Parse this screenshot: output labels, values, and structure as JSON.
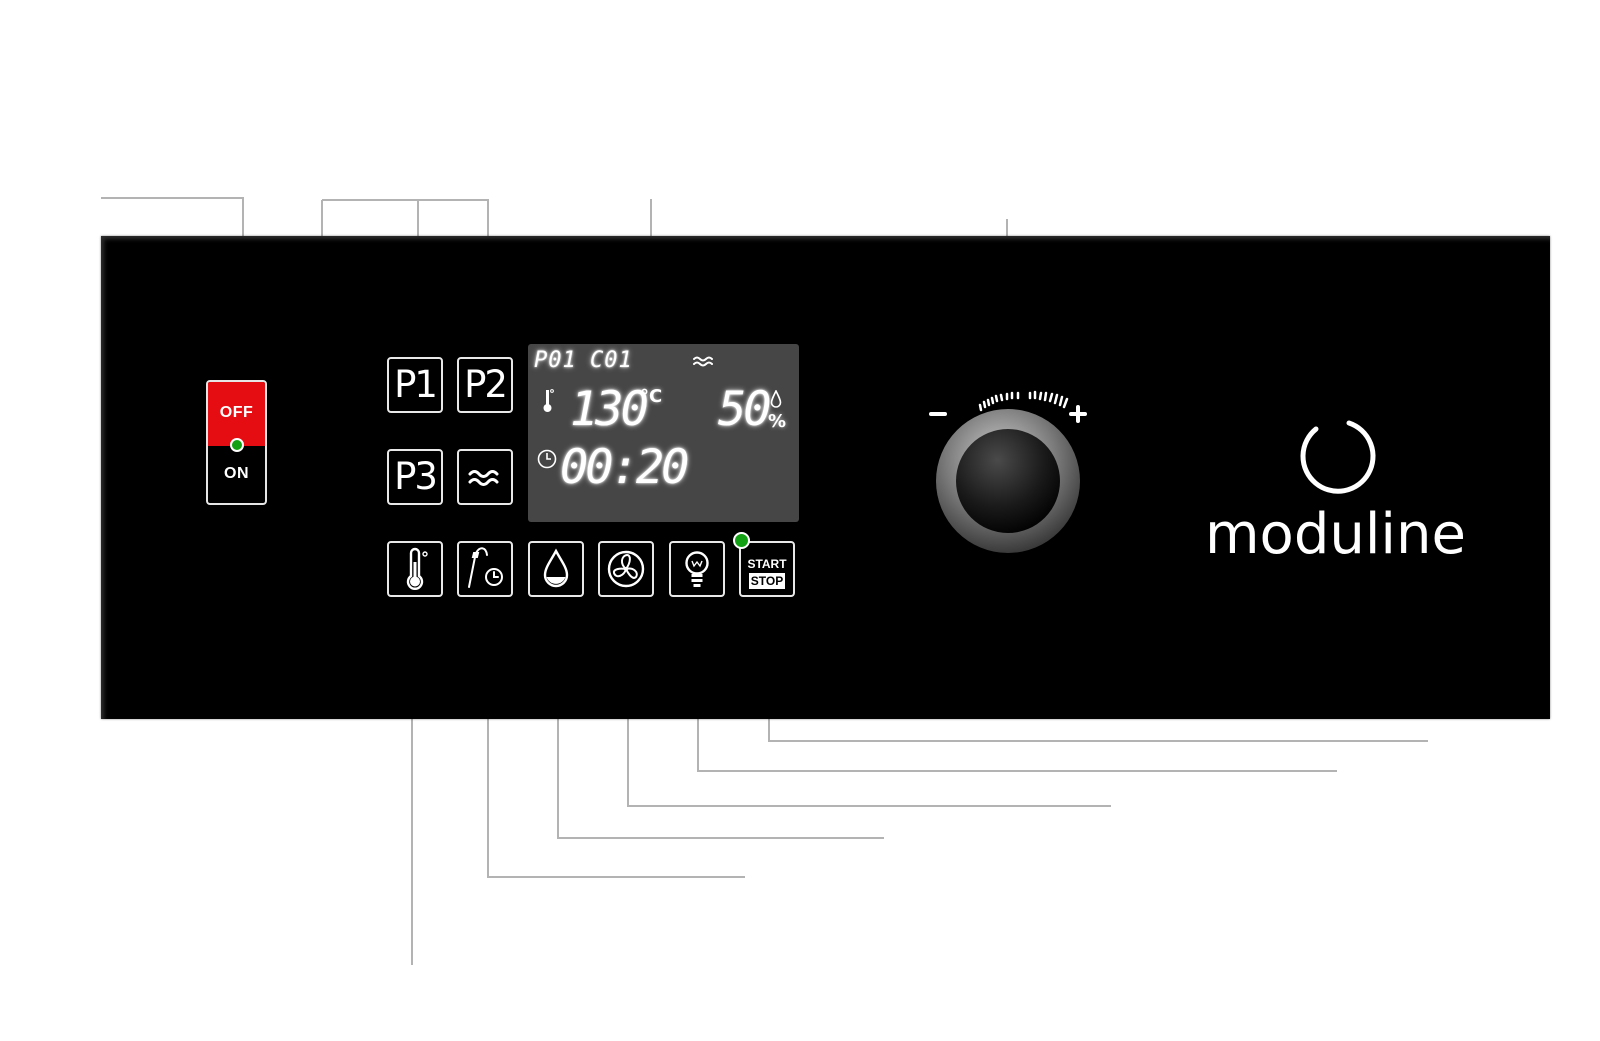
{
  "power_switch": {
    "off_label": "OFF",
    "on_label": "ON"
  },
  "program_keys": {
    "p1": "P1",
    "p2": "P2",
    "p3": "P3"
  },
  "display": {
    "program_code": "P01",
    "cycle_code": "C01",
    "temperature": "130",
    "temperature_unit": "°C",
    "humidity": "50",
    "humidity_unit": "%",
    "time": "00:20"
  },
  "start_stop": {
    "start_label": "START",
    "stop_label": "STOP"
  },
  "brand": {
    "name": "moduline"
  },
  "colors": {
    "panel": "#000000",
    "power_red": "#e60d12",
    "indicator_green": "#13a014",
    "display_bg": "#464646",
    "leader_line": "#b3b3b3"
  },
  "icons": [
    "thermometer-icon",
    "core-probe-timer-icon",
    "humidity-drop-icon",
    "fan-icon",
    "light-bulb-icon",
    "steam-waves-icon",
    "clock-icon"
  ]
}
